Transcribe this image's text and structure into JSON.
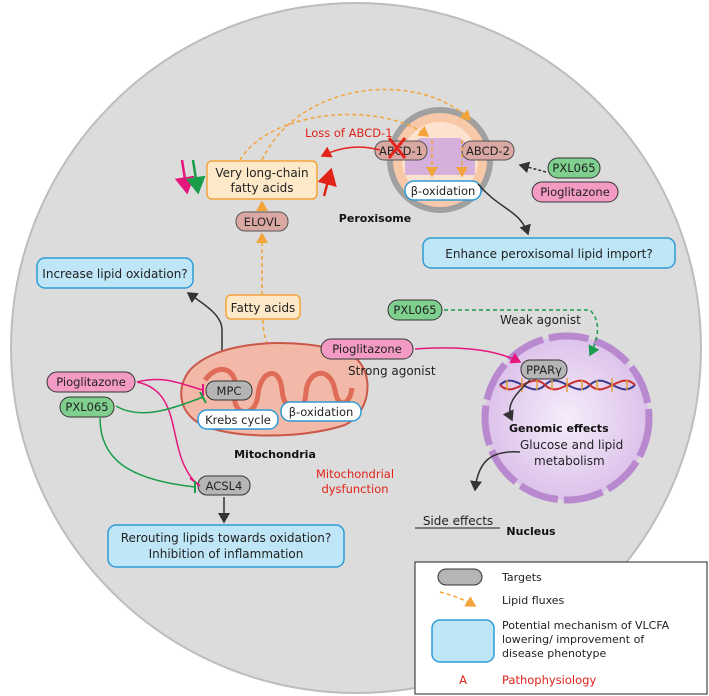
{
  "peroxisome": {
    "title": "Peroxisome",
    "abcd1": "ABCD-1",
    "abcd2": "ABCD-2",
    "beta_oxidation": "β-oxidation",
    "loss_label": "Loss of ABCD-1"
  },
  "vlcfa": {
    "line1": "Very long-chain",
    "line2": "fatty acids"
  },
  "elovl": "ELOVL",
  "fatty_acids": "Fatty acids",
  "drugs": {
    "pxl065": "PXL065",
    "pioglitazone": "Pioglitazone"
  },
  "outcomes": {
    "peroxisomal_import": "Enhance peroxisomal lipid import?",
    "lipid_oxidation": "Increase lipid oxidation?",
    "rerouting_line1": "Rerouting lipids towards oxidation?",
    "rerouting_line2": "Inhibition of inflammation"
  },
  "nucleus": {
    "title": "Nucleus",
    "weak_agonist": "Weak agonist",
    "strong_agonist": "Strong agonist",
    "ppar": "PPARγ",
    "genomic_effects": "Genomic effects",
    "metabolism_line1": "Glucose and lipid",
    "metabolism_line2": "metabolism",
    "side_effects": "Side effects"
  },
  "mitochondria": {
    "title": "Mitochondria",
    "mpc": "MPC",
    "acsl4": "ACSL4",
    "krebs": "Krebs cycle",
    "beta_oxidation": "β-oxidation",
    "dysfunction_line1": "Mitochondrial",
    "dysfunction_line2": "dysfunction"
  },
  "legend": {
    "targets": "Targets",
    "lipid_fluxes": "Lipid fluxes",
    "mechanism_line1": "Potential mechanism of VLCFA",
    "mechanism_line2": "lowering/ improvement of",
    "mechanism_line3": "disease phenotype",
    "patho_symbol": "A",
    "pathophysiology": "Pathophysiology"
  },
  "colors": {
    "cell_fill": "#dcdcdc",
    "blue_box": "#bfe6f7",
    "blue_border": "#2e9bd6",
    "orange_box": "#fde9c8",
    "orange_border": "#f3a43a",
    "green_pill": "#7fcf8e",
    "pink_pill": "#f39bc4",
    "grey_pill": "#b5b5b5",
    "red": "#e2231a",
    "magenta": "#e5177e",
    "green": "#1a9d4a",
    "nucleus_purple": "#b889cf",
    "mito_salmon": "#f08a72"
  }
}
